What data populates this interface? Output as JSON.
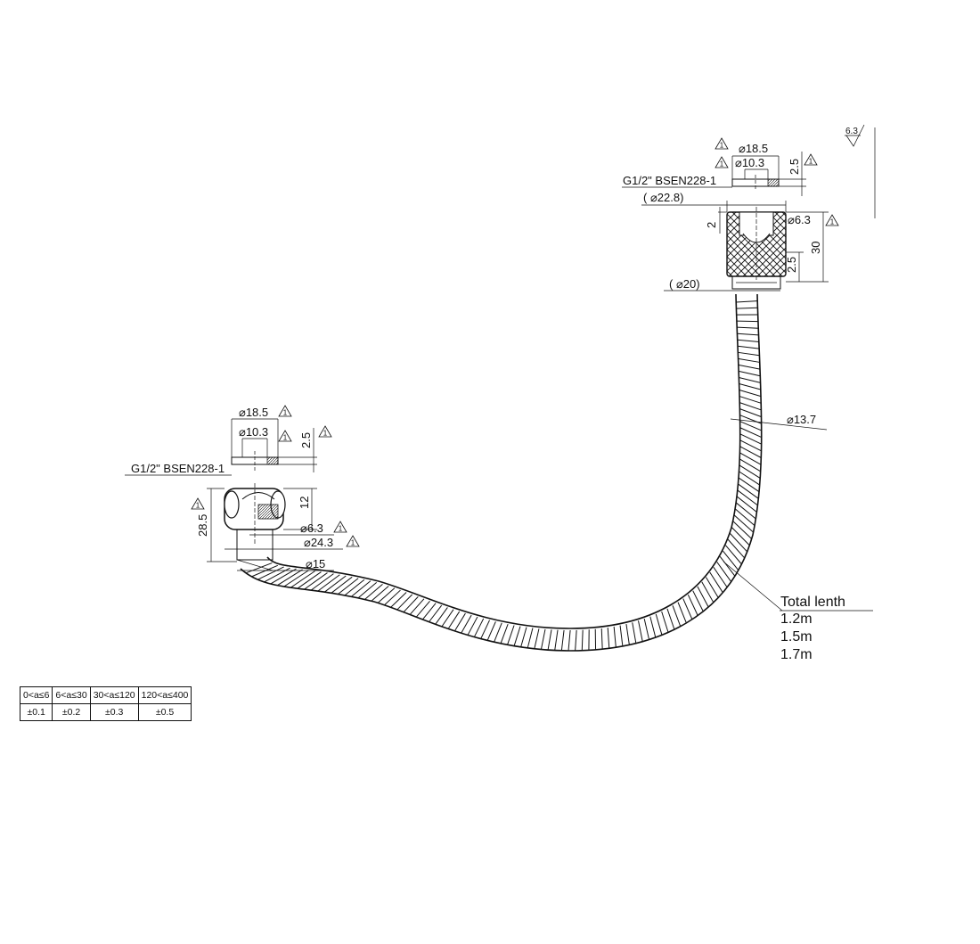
{
  "title": "",
  "top_fitting": {
    "thread_label": "G1/2\" BSEN228-1",
    "washer_od": "18.5",
    "washer_id": "10.3",
    "washer_thickness": "2.5",
    "outer_dia": "22.8",
    "top_height": "2",
    "bore": "6.3",
    "nut_height": "30",
    "bottom_height": "2.5",
    "neck_dia": "20",
    "roughness": "6.3"
  },
  "hose": {
    "dia": "13.7",
    "length_label": "Total lenth",
    "lengths": [
      "1.2m",
      "1.5m",
      "1.7m"
    ]
  },
  "bottom_fitting": {
    "thread_label": "G1/2\" BSEN228-1",
    "washer_od": "18.5",
    "washer_id": "10.3",
    "washer_thickness": "2.5",
    "height": "28.5",
    "top_height": "12",
    "bore": "6.3",
    "outer_dia": "24.3",
    "neck_dia": "15"
  },
  "flag_mark": "1",
  "tolerance_table": {
    "ranges": [
      "0<a≤6",
      "6<a≤30",
      "30<a≤120",
      "120<a≤400"
    ],
    "values": [
      "±0.1",
      "±0.2",
      "±0.3",
      "±0.5"
    ]
  }
}
